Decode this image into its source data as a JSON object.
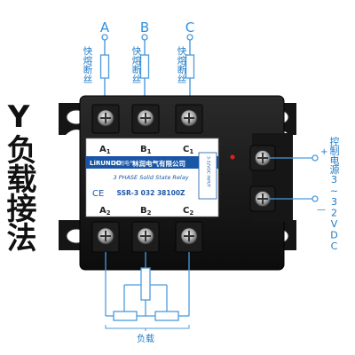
{
  "title": "Y负载接法",
  "phases": {
    "a": "A",
    "b": "B",
    "c": "C"
  },
  "fuse_label": "快熔断丝",
  "power_label": "控制电源3~32VDC",
  "load_label": "负载",
  "polarity": {
    "plus": "+",
    "minus": "—"
  },
  "relay": {
    "top_labels": {
      "a1": "A",
      "b1": "B",
      "c1": "C",
      "sub": "1"
    },
    "bottom_labels": {
      "a2": "A",
      "b2": "B",
      "c2": "C",
      "sub": "2"
    },
    "brand_logo": "LiRUNDO",
    "brand_sub": "林润电气",
    "company": "林润电气有限公司",
    "product_line": "3 PHASE Solid State Relay",
    "ce_mark": "CE",
    "model": "SSR-3 032 38100Z",
    "input_side": "3-32VDC INPUT"
  },
  "colors": {
    "accent": "#1f7ac4",
    "housing": "#111111",
    "label_panel": "#ffffff",
    "logo_band": "#1a56a6"
  }
}
